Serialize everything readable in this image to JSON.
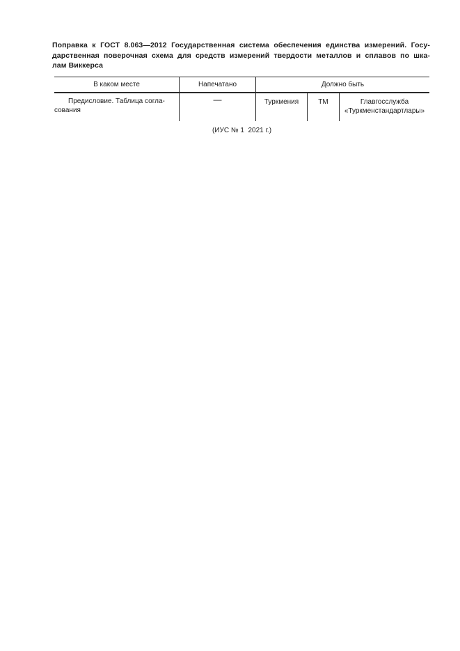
{
  "colors": {
    "ink": "#1c1c1c",
    "paper": "#ffffff",
    "rule": "#2a2a2a"
  },
  "document": {
    "title_lines": [
      "Поправка к ГОСТ 8.063—2012 Государственная система обеспечения единства измерений. Госу-",
      "дарственная поверочная схема для средств измерений твердости металлов и сплавов по шка-",
      "лам Виккерса"
    ],
    "footer_note": "(ИУС № 1  2021 г.)"
  },
  "correction_table": {
    "columns": [
      "В каком месте",
      "Напечатано",
      "Должно быть"
    ],
    "row": {
      "location_lines": [
        "Предисловие. Таблица согла-",
        "сования"
      ],
      "printed": "—",
      "should_be": {
        "country": "Туркмения",
        "country_code": "ТМ",
        "org_lines": [
          "Главгосслужба",
          "«Туркменстандартлары»"
        ]
      }
    }
  }
}
